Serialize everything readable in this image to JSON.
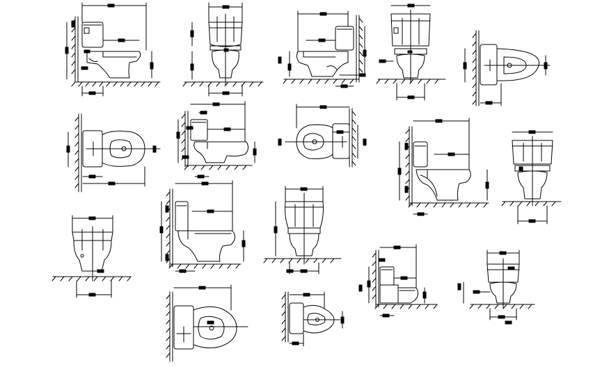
{
  "sheet": {
    "kind": "toilet-elevations-and-plans",
    "line_color": "#000000",
    "background": "#ffffff",
    "views": [
      {
        "id": "v1",
        "view": "side-elevation-with-wall"
      },
      {
        "id": "v2",
        "view": "front-elevation"
      },
      {
        "id": "v3",
        "view": "side-elevation-mirrored"
      },
      {
        "id": "v4",
        "view": "front-elevation"
      },
      {
        "id": "v5",
        "view": "top-plan-vertical-wall"
      },
      {
        "id": "v6",
        "view": "top-plan"
      },
      {
        "id": "v7",
        "view": "side-elevation-small"
      },
      {
        "id": "v8",
        "view": "top-plan-mirrored"
      },
      {
        "id": "v9",
        "view": "side-elevation-large"
      },
      {
        "id": "v10",
        "view": "front-elevation"
      },
      {
        "id": "v11",
        "view": "front-elevation-floor"
      },
      {
        "id": "v12",
        "view": "side-elevation"
      },
      {
        "id": "v13",
        "view": "front-elevation-tall"
      },
      {
        "id": "v14",
        "view": "side-elevation-small"
      },
      {
        "id": "v15",
        "view": "front-elevation-wall-hung"
      },
      {
        "id": "v16",
        "view": "top-plan"
      },
      {
        "id": "v17",
        "view": "top-plan-small"
      }
    ]
  }
}
